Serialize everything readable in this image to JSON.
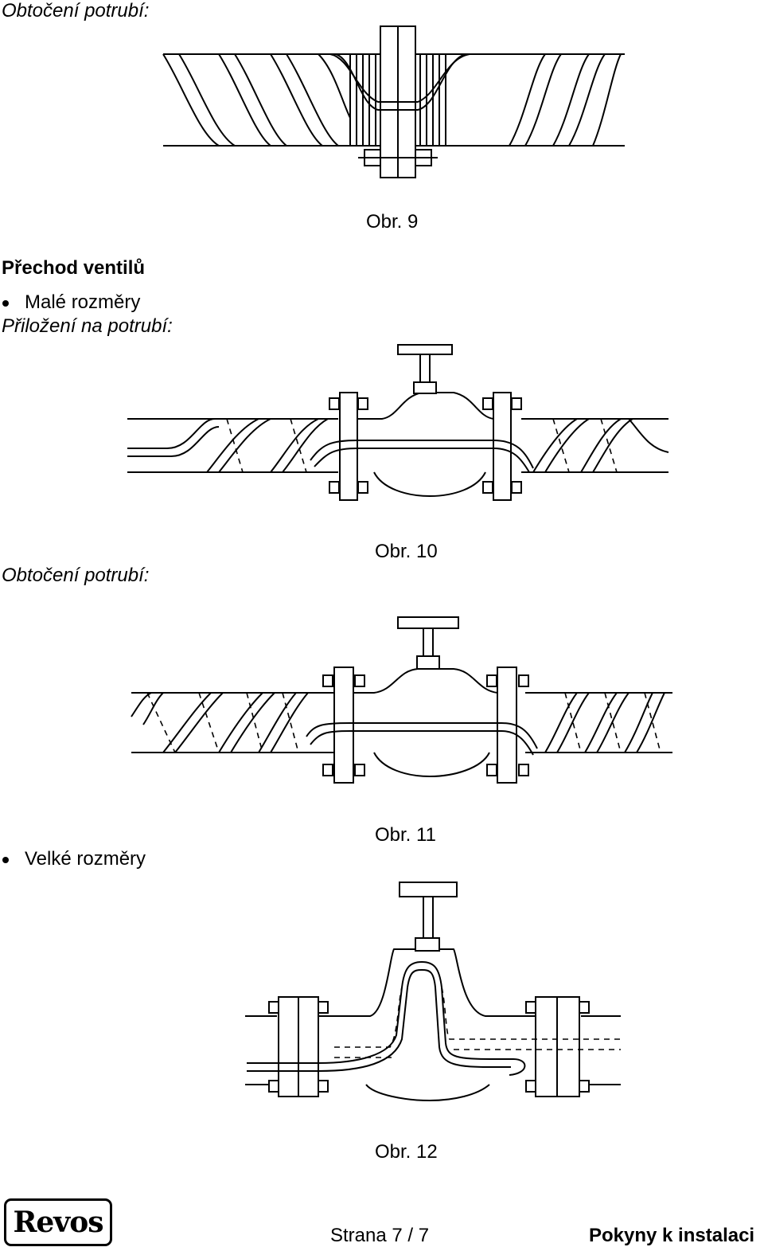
{
  "sections": {
    "wrap_top": "Obtočení potrubí:",
    "heading": "Přechod ventilů",
    "small_bullet": "Malé rozměry",
    "attach": "Přiložení na potrubí:",
    "wrap_mid": "Obtočení potrubí:",
    "large_bullet": "Velké rozměry"
  },
  "figures": [
    {
      "caption": "Obr. 9"
    },
    {
      "caption": "Obr. 10"
    },
    {
      "caption": "Obr. 11"
    },
    {
      "caption": "Obr. 12"
    }
  ],
  "footer": {
    "logo_text": "Revos",
    "page": "Strana 7 / 7",
    "doc_title": "Pokyny k instalaci"
  }
}
